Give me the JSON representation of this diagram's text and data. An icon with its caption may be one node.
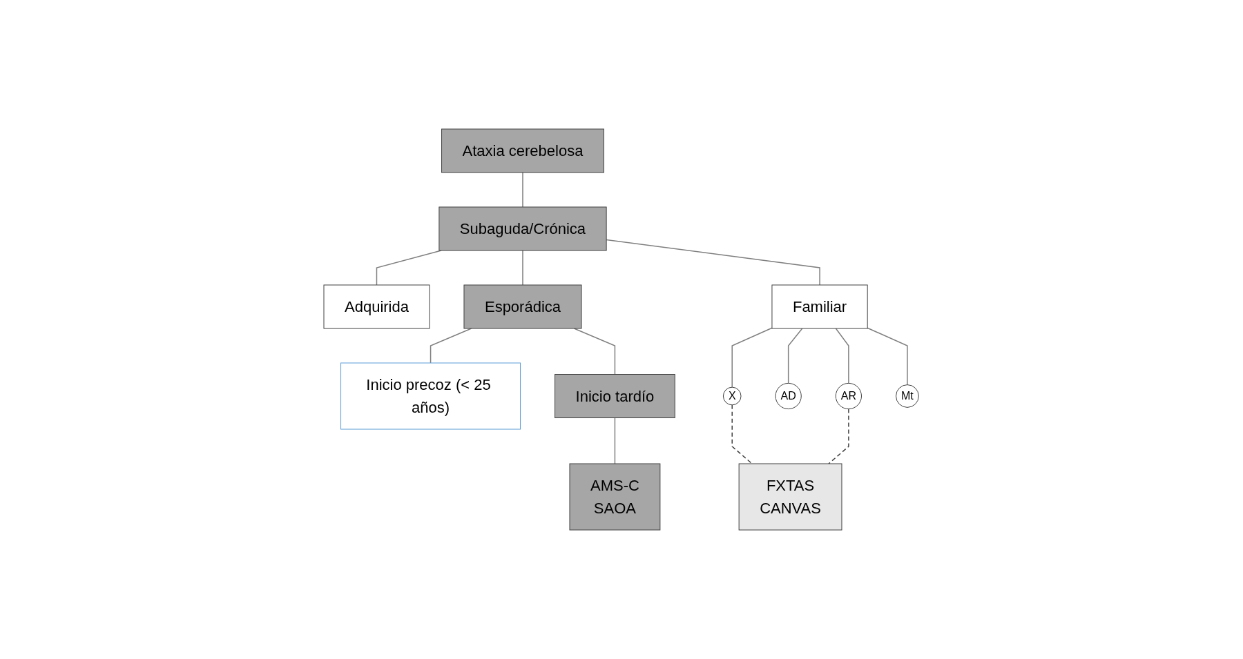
{
  "diagram": {
    "nodes": [
      {
        "text": [
          "Ataxia cerebelosa"
        ]
      },
      {
        "text": [
          "Subaguda/Crónica"
        ]
      },
      {
        "text": [
          "Adquirida"
        ]
      },
      {
        "text": [
          "Esporádica"
        ]
      },
      {
        "text": [
          "Familiar"
        ]
      },
      {
        "text": [
          "Inicio precoz (< 25 años)"
        ]
      },
      {
        "text": [
          "Inicio tardío"
        ]
      },
      {
        "text": [
          "AR"
        ]
      },
      {
        "text": [
          "AD"
        ]
      },
      {
        "text": [
          "X"
        ]
      },
      {
        "text": [
          "Mt"
        ]
      },
      {
        "text": [
          "AMS-C",
          "SAOA"
        ]
      },
      {
        "text": [
          "FXTAS",
          "CANVAS"
        ]
      }
    ],
    "edges": [
      {
        "from": 0,
        "to": 1,
        "arrow": "none"
      },
      {
        "from": 1,
        "to": 2,
        "arrow": "none"
      },
      {
        "from": 1,
        "to": 3,
        "arrow": "none"
      },
      {
        "from": 1,
        "to": 4,
        "arrow": "none"
      },
      {
        "from": 3,
        "to": 5,
        "arrow": "none"
      },
      {
        "from": 3,
        "to": 6,
        "arrow": "none"
      },
      {
        "from": 4,
        "to": 7,
        "arrow": "none"
      },
      {
        "from": 4,
        "to": 8,
        "arrow": "none"
      },
      {
        "from": 4,
        "to": 9,
        "arrow": "none"
      },
      {
        "from": 4,
        "to": 10,
        "arrow": "none"
      },
      {
        "from": 6,
        "to": 11,
        "arrow": "none"
      },
      {
        "from": 9,
        "to": 12,
        "arrow": "none",
        "style": "dashed"
      },
      {
        "from": 7,
        "to": 12,
        "arrow": "none",
        "style": "dashed"
      }
    ]
  }
}
